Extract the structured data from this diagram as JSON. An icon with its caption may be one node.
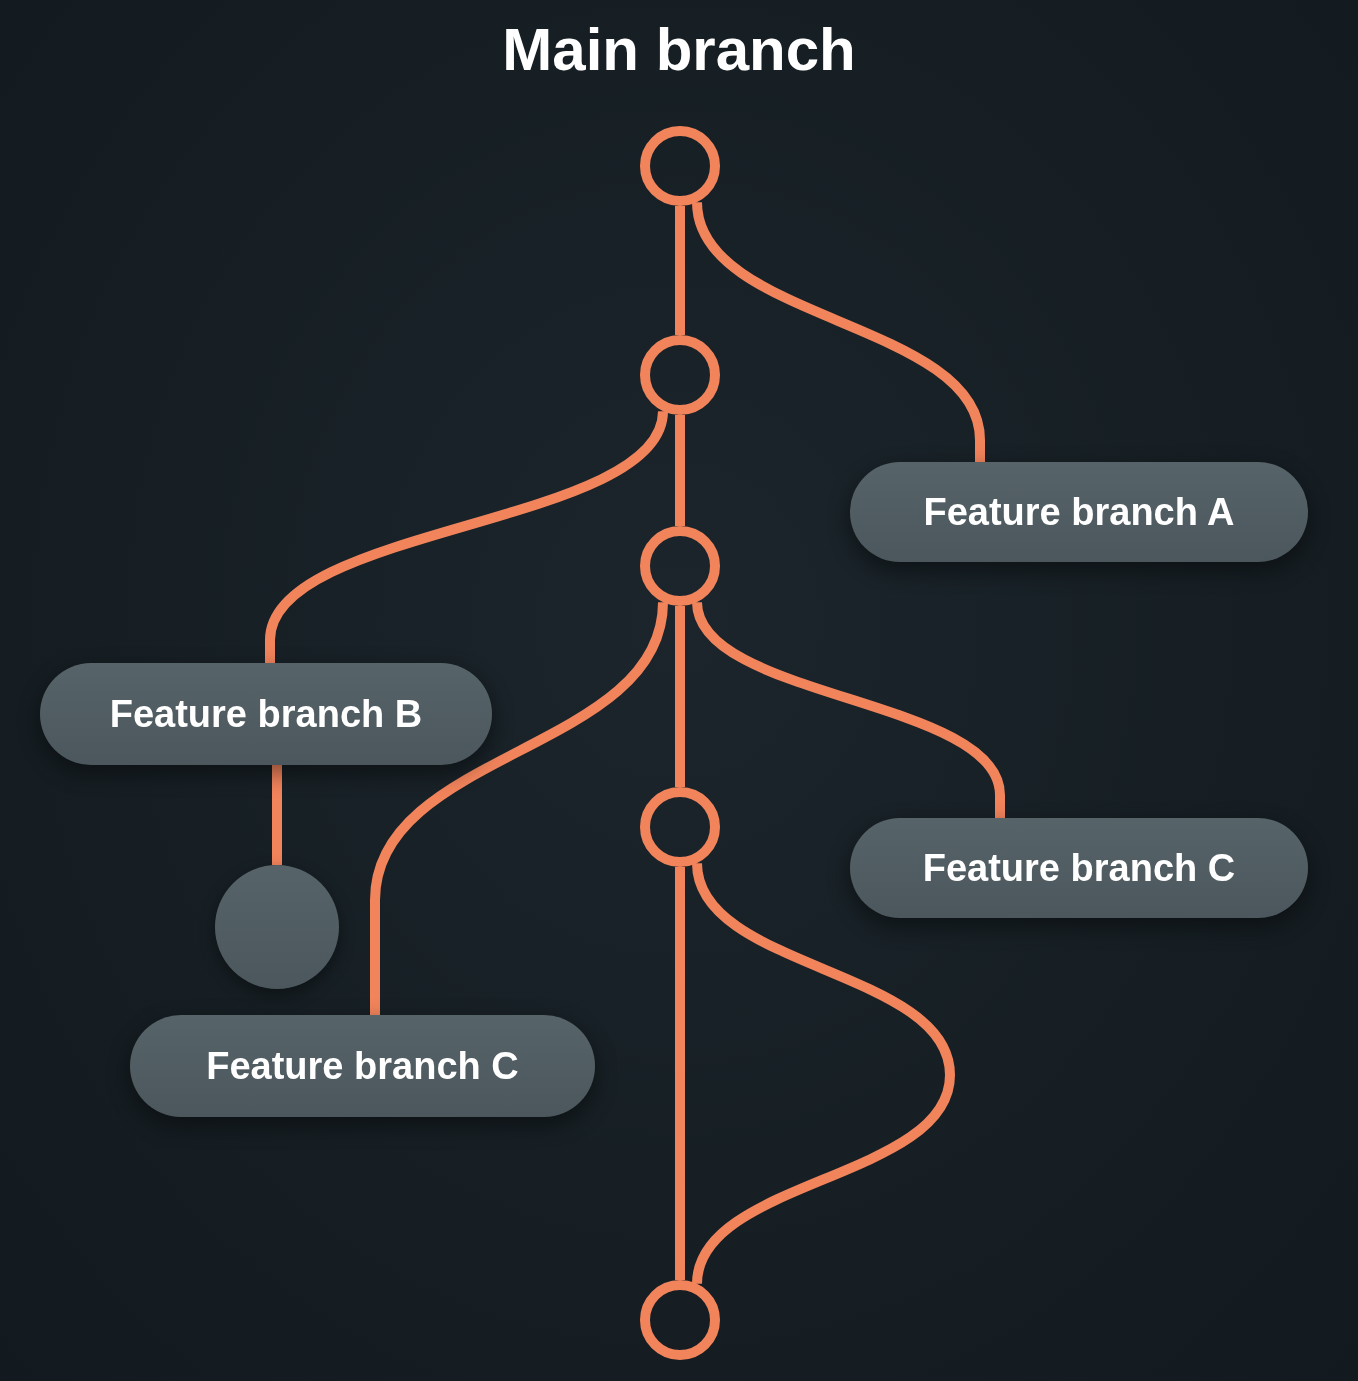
{
  "diagram": {
    "title": "Main branch",
    "nodes": [
      {
        "text": [],
        "shape": "circle"
      },
      {
        "text": [],
        "shape": "circle"
      },
      {
        "text": [
          "Feature branch A"
        ]
      },
      {
        "text": [],
        "shape": "circle"
      },
      {
        "text": [
          "Feature branch B"
        ]
      },
      {
        "text": [],
        "shape": "circle"
      },
      {
        "text": [
          "Feature branch C"
        ]
      },
      {
        "text": [],
        "shape": "circle"
      },
      {
        "text": [
          "Feature branch C"
        ]
      },
      {
        "text": [],
        "shape": "circle"
      }
    ],
    "edges": [
      {
        "from": 0,
        "to": 1,
        "arrow": "none"
      },
      {
        "from": 1,
        "to": 3,
        "arrow": "none"
      },
      {
        "from": 3,
        "to": 5,
        "arrow": "none"
      },
      {
        "from": 5,
        "to": 9,
        "arrow": "none"
      },
      {
        "from": 0,
        "to": 2,
        "arrow": "none"
      },
      {
        "from": 1,
        "to": 4,
        "arrow": "none"
      },
      {
        "from": 4,
        "to": 7,
        "arrow": "none"
      },
      {
        "from": 3,
        "to": 6,
        "arrow": "none"
      },
      {
        "from": 3,
        "to": 8,
        "arrow": "none"
      },
      {
        "from": 5,
        "to": 9,
        "arrow": "none"
      }
    ]
  }
}
